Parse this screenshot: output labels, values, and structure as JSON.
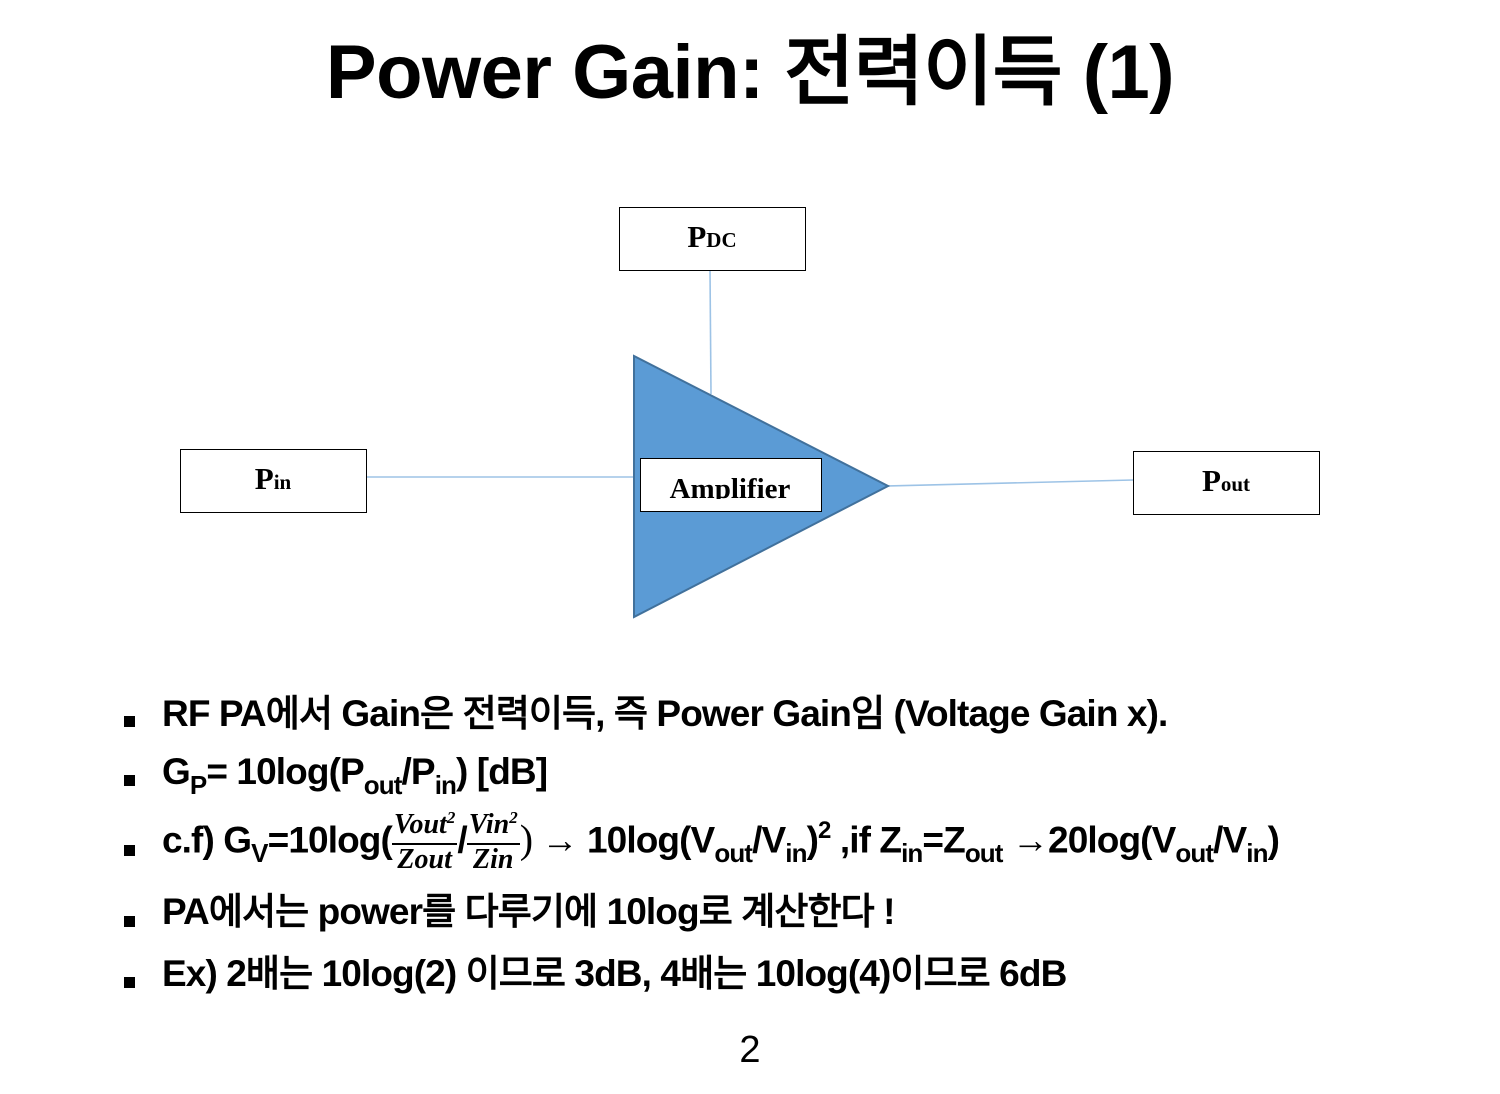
{
  "slide": {
    "title": "Power Gain: 전력이득 (1)",
    "page_number": "2"
  },
  "diagram": {
    "pdc": {
      "main": "P",
      "sub": "DC"
    },
    "pin": {
      "main": "P",
      "sub": "in"
    },
    "pout": {
      "main": "P",
      "sub": "out"
    },
    "amplifier": "Amplifier",
    "amplifier_color": "#5b9bd5",
    "line_color": "#9dc3e6"
  },
  "bullets": {
    "b1": "RF PA에서 Gain은 전력이득, 즉 Power Gain임 (Voltage Gain x).",
    "b2": {
      "g": "G",
      "g_sub": "P",
      "a": "= 10log(P",
      "a_sub": "out",
      "b": "/P",
      "b_sub": "in",
      "c": ") [dB]"
    },
    "b3": {
      "t1": "c.f) G",
      "t1_sub": "V",
      "t2": "=10log(",
      "frac1_num": "Vout",
      "frac1_sup": "2",
      "frac1_den": "Zout",
      "slash": "/",
      "frac2_num": "Vin",
      "frac2_sup": "2",
      "frac2_den": "Zin",
      "close": ")",
      "arrow1": " → 10log(V",
      "s_out1": "out",
      "t3": "/V",
      "s_in1": "in",
      "t4": ")",
      "sq": "2",
      "t5": "  ,if Z",
      "s_in2": "in",
      "t6": "=Z",
      "s_out2": "out",
      "arrow2": " →20log(V",
      "s_out3": "out",
      "t7": "/V",
      "s_in3": "in",
      "t8": ")"
    },
    "b4": "PA에서는 power를 다루기에 10log로 계산한다 !",
    "b5": "Ex) 2배는 10log(2) 이므로 3dB, 4배는 10log(4)이므로 6dB"
  }
}
